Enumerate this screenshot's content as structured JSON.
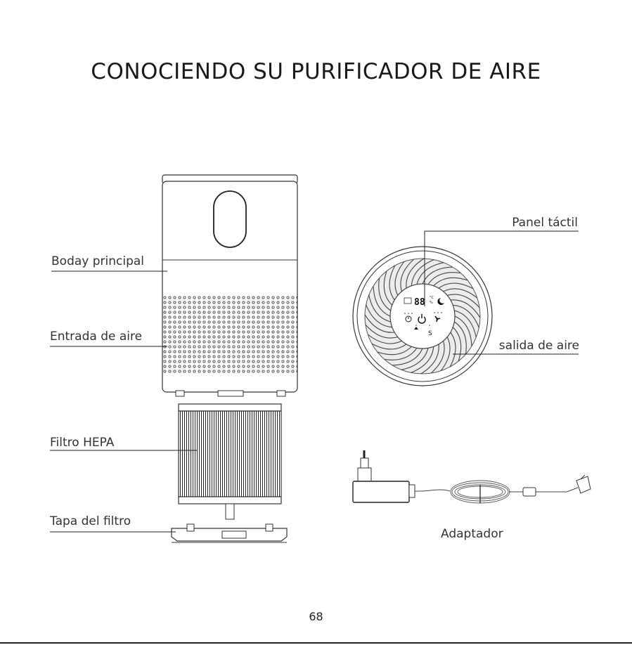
{
  "title": "CONOCIENDO SU PURIFICADOR DE AIRE",
  "labels": {
    "main_body": "Boday principal",
    "air_inlet": "Entrada de aire",
    "hepa_filter": "Filtro HEPA",
    "filter_cover": "Tapa del filtro",
    "touch_panel": "Panel táctil",
    "air_outlet": "salida de aire",
    "adapter": "Adaptador"
  },
  "panel_display": {
    "digits": "88",
    "unit_top": "°C",
    "unit_bottom": "%"
  },
  "page_number": "68"
}
